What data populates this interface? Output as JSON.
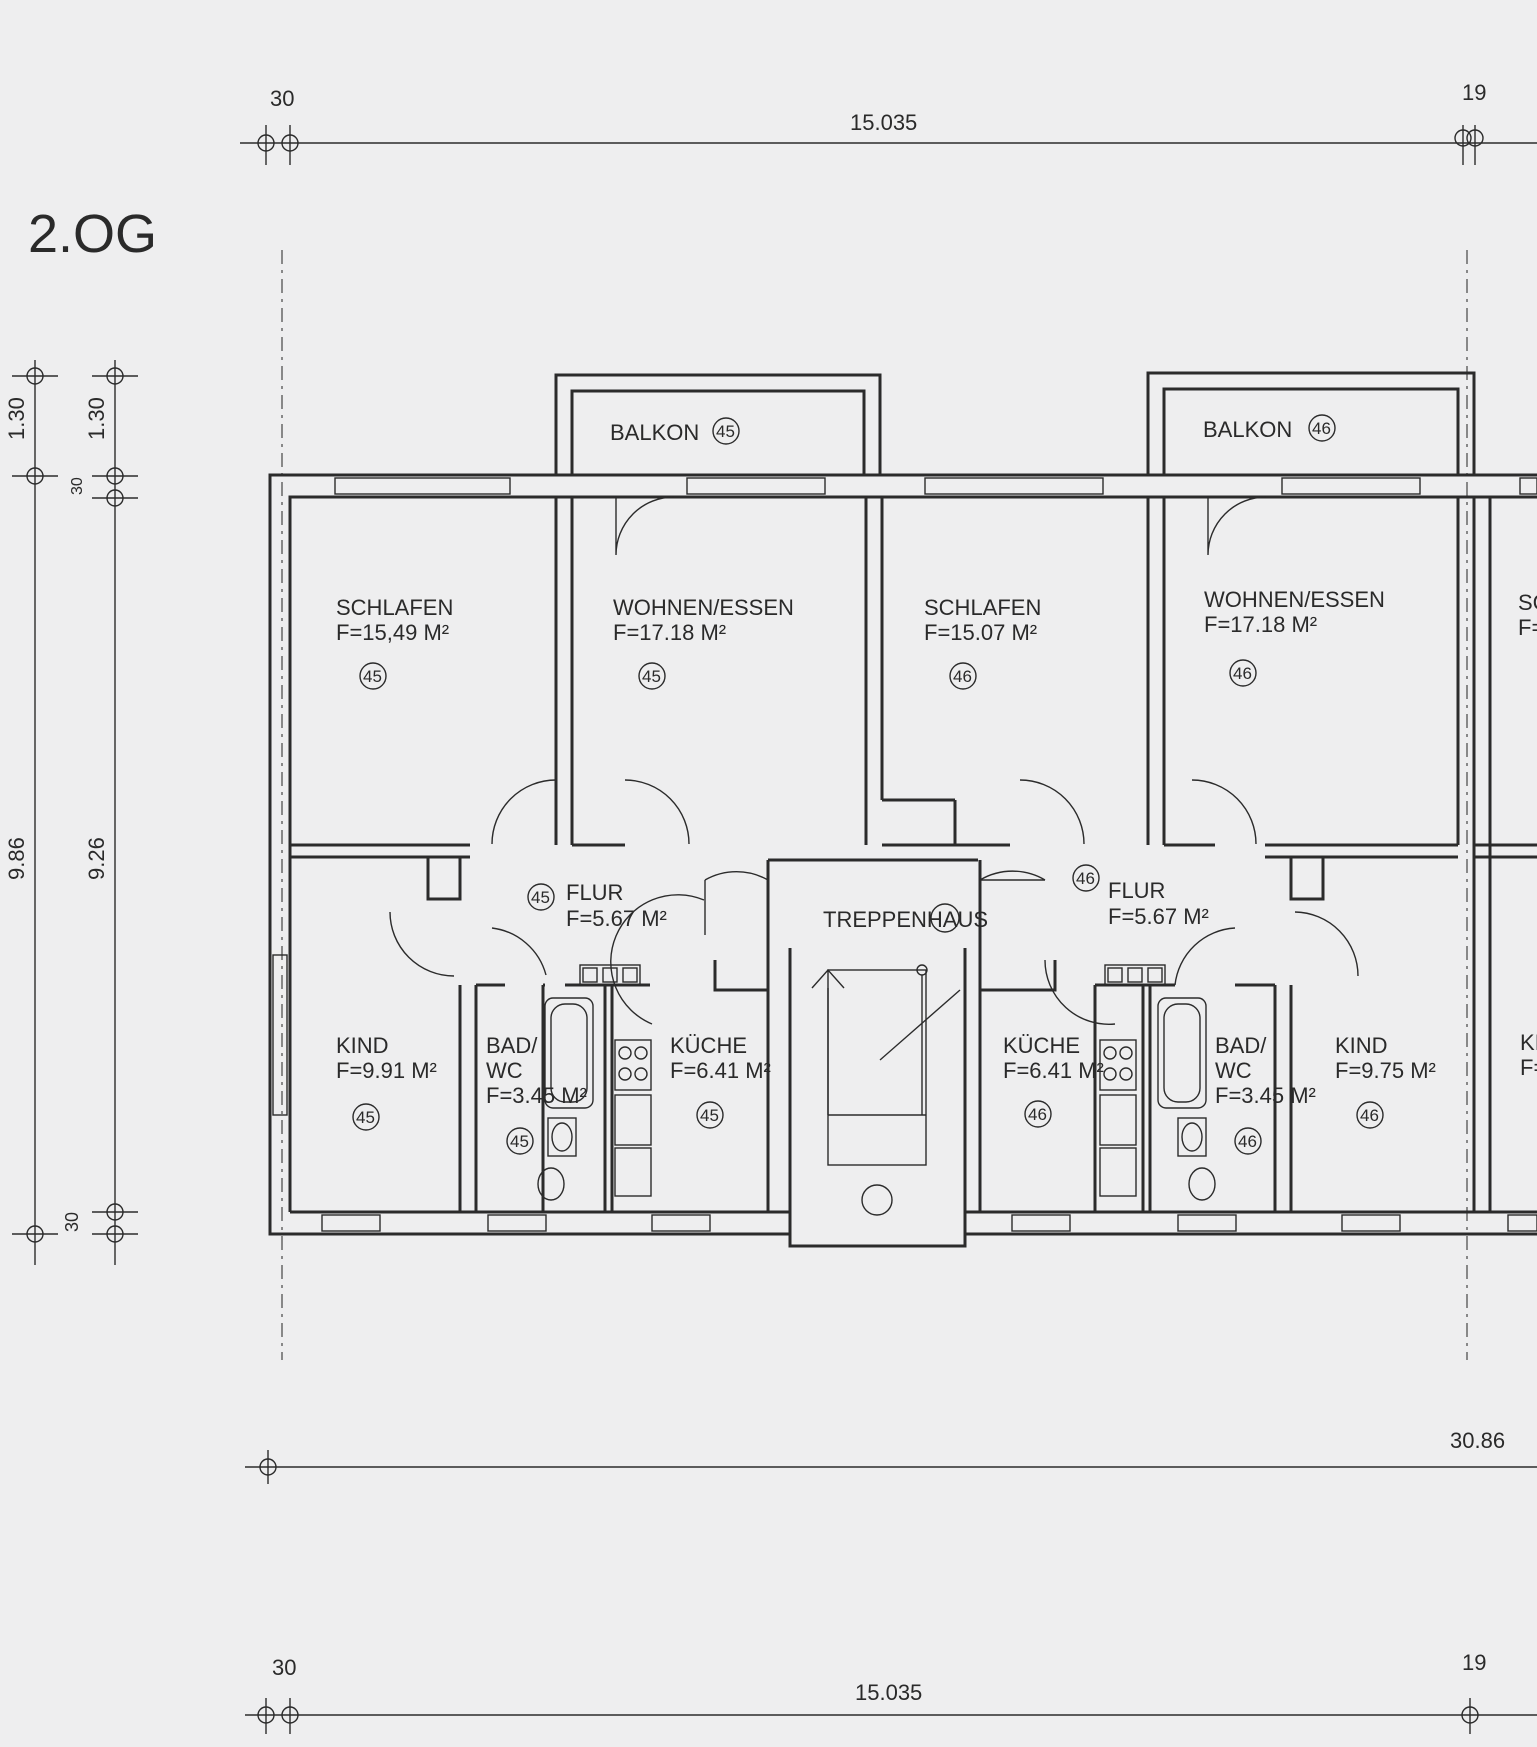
{
  "floor_label": "2.OG",
  "dimensions": {
    "top_left": "30",
    "top_total": "15.035",
    "top_right": "19",
    "left_a1": "1.30",
    "left_a2": "9.86",
    "left_b1": "1.30",
    "left_b2": "30",
    "left_b3": "9.26",
    "left_b4": "30",
    "bottom_total": "30.86",
    "foot_left": "30",
    "foot_total": "15.035",
    "foot_right": "19"
  },
  "rooms": {
    "balkon_45": {
      "name": "BALKON",
      "unit": "45"
    },
    "balkon_46": {
      "name": "BALKON",
      "unit": "46"
    },
    "schlafen_45": {
      "name": "SCHLAFEN",
      "area": "F=15,49 M²",
      "unit": "45"
    },
    "wohnen_45": {
      "name": "WOHNEN/ESSEN",
      "area": "F=17.18 M²",
      "unit": "45"
    },
    "schlafen_46": {
      "name": "SCHLAFEN",
      "area": "F=15.07 M²",
      "unit": "46"
    },
    "wohnen_46": {
      "name": "WOHNEN/ESSEN",
      "area": "F=17.18 M²",
      "unit": "46"
    },
    "schlafen_edge": {
      "name": "SC",
      "area": "F="
    },
    "flur_45": {
      "name": "FLUR",
      "area": "F=5.67 M²",
      "unit": "45"
    },
    "flur_46": {
      "name": "FLUR",
      "area": "F=5.67 M²",
      "unit": "46"
    },
    "treppenhaus": {
      "name": "TREPPENHAUS"
    },
    "kind_45": {
      "name": "KIND",
      "area": "F=9.91 M²",
      "unit": "45"
    },
    "bad_45": {
      "name1": "BAD/",
      "name2": "WC",
      "area": "F=3.45 M²",
      "unit": "45"
    },
    "kueche_45": {
      "name": "KÜCHE",
      "area": "F=6.41 M²",
      "unit": "45"
    },
    "kueche_46": {
      "name": "KÜCHE",
      "area": "F=6.41 M²",
      "unit": "46"
    },
    "bad_46": {
      "name1": "BAD/",
      "name2": "WC",
      "area": "F=3.45 M²",
      "unit": "46"
    },
    "kind_46": {
      "name": "KIND",
      "area": "F=9.75 M²",
      "unit": "46"
    },
    "kind_edge": {
      "name": "KI",
      "area": "F="
    }
  }
}
